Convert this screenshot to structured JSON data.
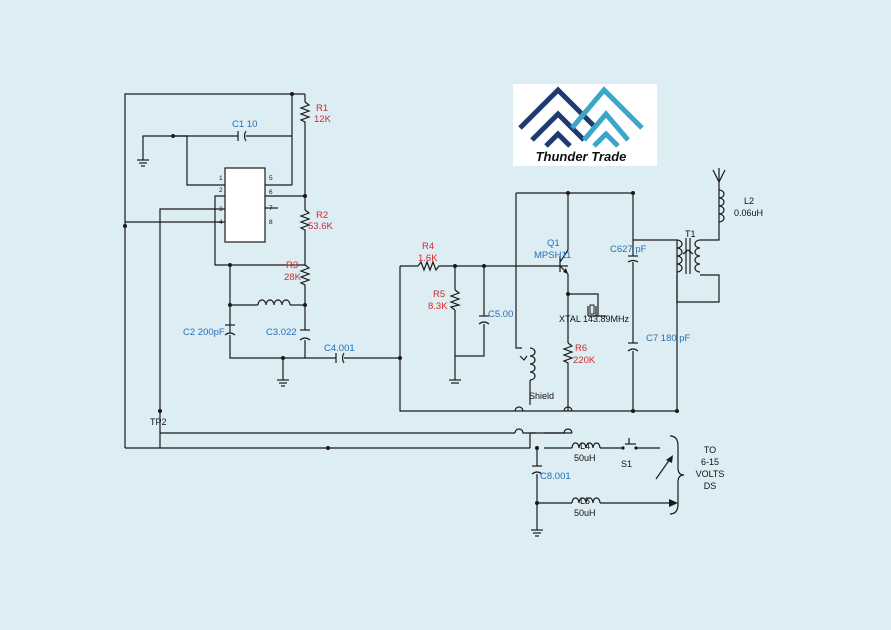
{
  "logo": {
    "text": "Thunder Trade",
    "colors": {
      "navy": "#1e3a6e",
      "teal": "#3aa6c9"
    }
  },
  "colors": {
    "background": "#dcedf4",
    "resistor_label": "#d42a2a",
    "capacitor_label": "#2a6fb0",
    "wire": "#1a1a1a"
  },
  "components": {
    "r1": {
      "name": "R1",
      "value": "12K"
    },
    "r2": {
      "name": "R2",
      "value": "53.6K"
    },
    "r3": {
      "name": "R3",
      "value": "28K"
    },
    "r4": {
      "name": "R4",
      "value": "1.6K"
    },
    "r5": {
      "name": "R5",
      "value": "8.3K"
    },
    "r6": {
      "name": "R6",
      "value": "220K"
    },
    "c1": "C1 10",
    "c2": "C2 200pF",
    "c3": "C3.022",
    "c4": "C4.001",
    "c5": "C5.00",
    "c6": "C627 pF",
    "c7": "C7 180 pF",
    "c8": "C8.001",
    "q1": {
      "name": "Q1",
      "value": "MPSH11"
    },
    "xtal": "XTAL 143.89MHz",
    "t1": "T1",
    "l2": {
      "name": "L2",
      "value": "0.06uH"
    },
    "l4": {
      "name": "L4",
      "value": "50uH"
    },
    "l5": {
      "name": "L5",
      "value": "50uH"
    },
    "s1": "S1",
    "tp2": "TP2",
    "shield": "Shield"
  },
  "ic_pins": [
    "1",
    "2",
    "3",
    "4",
    "5",
    "6",
    "7",
    "8"
  ],
  "supply_note": [
    "TO",
    "6-15",
    "VOLTS",
    "DS"
  ]
}
